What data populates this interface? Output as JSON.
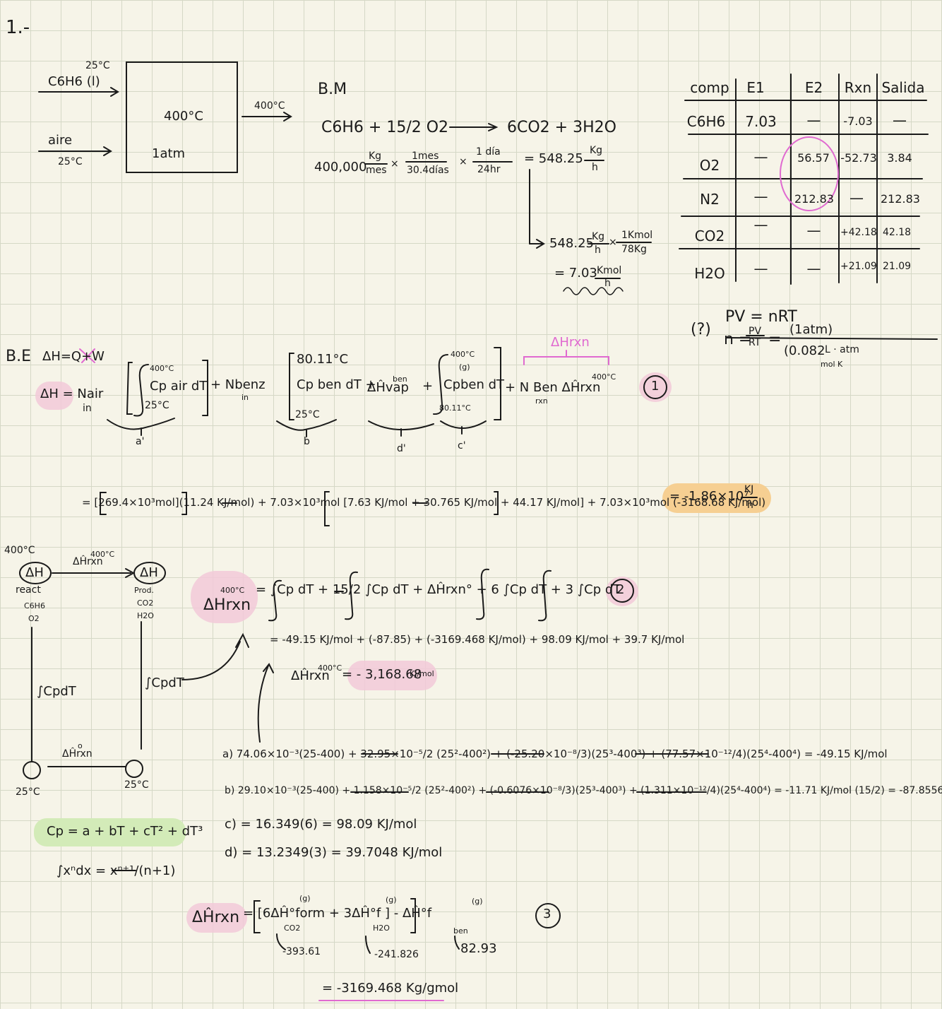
{
  "problem_number": "1.-",
  "diagram": {
    "feed1_temp": "25°C",
    "feed1_label": "C6H6 (l)",
    "feed2_label": "aire",
    "feed2_temp": "25°C",
    "box_temp": "400°C",
    "box_pressure": "1atm",
    "outlet_temp": "400°C"
  },
  "mass_balance": {
    "label": "B.M",
    "reaction_left": "C6H6 + 15/2 O2",
    "reaction_right": "6CO2 + 3H2O",
    "conv_value": "400,000",
    "conv_unit1_num": "Kg",
    "conv_unit1_den": "mes",
    "conv_f1_num": "1mes",
    "conv_f1_den": "30.4días",
    "conv_f2_num": "1 día",
    "conv_f2_den": "24hr",
    "conv_result": "= 548.25",
    "conv_result_num": "Kg",
    "conv_result_den": "h",
    "mol_value": "548.25",
    "mol_unit_num": "Kg",
    "mol_unit_den": "h",
    "mol_f_num": "1Kmol",
    "mol_f_den": "78Kg",
    "mol_result": "= 7.03",
    "mol_result_num": "Kmol",
    "mol_result_den": "h"
  },
  "table": {
    "headers": [
      "comp",
      "E1",
      "E2",
      "Rxn",
      "Salida"
    ],
    "rows": [
      [
        "C6H6",
        "7.03",
        "—",
        "-7.03",
        "—"
      ],
      [
        "O2",
        "—",
        "56.57",
        "-52.73",
        "3.84"
      ],
      [
        "N2",
        "—",
        "212.83",
        "—",
        "212.83"
      ],
      [
        "CO2",
        "—",
        "—",
        "+42.18",
        "42.18"
      ],
      [
        "H2O",
        "—",
        "—",
        "+21.09",
        "21.09"
      ]
    ]
  },
  "gas_law": {
    "question": "(?)",
    "equation": "PV = nRT",
    "n_label": "n =",
    "frac_num": "PV",
    "frac_den": "RT",
    "equals": "=",
    "value_num": "(1atm)",
    "value_den": "(0.082",
    "value_den_units": "L · atm",
    "value_den_units2": "mol K"
  },
  "energy_balance": {
    "label": "B.E",
    "equation": "ΔH=Q+W",
    "lhs": "ΔH = Nair",
    "lhs_sub": "in",
    "int_a_upper": "400°C",
    "int_a_integrand": "Cp air dT",
    "int_a_lower": "25°C",
    "n_benz": "+ Nbenz",
    "n_benz_sub": "in",
    "int_b_upper": "80.11°C",
    "int_b_integrand": "Cp ben dT +",
    "int_b_lower": "25°C",
    "vap_term": "ΔĤvap",
    "vap_sup": "ben",
    "int_c_upper": "400°C",
    "int_c_phase": "(g)",
    "int_c_integrand": "Cpben dT",
    "int_c_lower": "80.11°C",
    "rxn_term": "+ N Ben ΔĤrxn",
    "rxn_sub": "rxn",
    "rxn_sup": "400°C",
    "rxn_pink_label": "ΔHrxn",
    "circle_num": "1",
    "brace_a": "a'",
    "brace_b": "b",
    "brace_d": "d'",
    "brace_c": "c'"
  },
  "result_line": {
    "expr": "= [269.4×10³mol](11.24 KJ/mol) + 7.03×10³mol [7.63 KJ/mol + 30.765 KJ/mol + 44.17 KJ/mol] + 7.03×10³mol (-3168.68 KJ/mol)",
    "result": "= -1.86×10⁷",
    "result_unit_num": "KJ",
    "result_unit_den": "h"
  },
  "hess_cycle": {
    "top_left_temp": "400°C",
    "top_arrow_label": "ΔĤrxn",
    "top_arrow_sup": "400°C",
    "react_label": "ΔH",
    "react_sub": "react",
    "react_species": [
      "C6H6",
      "O2"
    ],
    "prod_label": "ΔH",
    "prod_sub": "Prod.",
    "prod_species": [
      "CO2",
      "H2O"
    ],
    "left_int": "∫CpdT",
    "right_int": "∫CpdT",
    "bottom_label": "ΔĤrxn",
    "bottom_sup": "o",
    "bottom_left_temp": "25°C",
    "bottom_right_temp": "25°C"
  },
  "eq2": {
    "lhs": "ΔHrxn",
    "lhs_sup": "400°C",
    "body": "= ∫Cp dT + 15/2 ∫Cp dT + ΔĤrxn° + 6 ∫Cp dT + 3 ∫Cp dT",
    "circle_num": "2",
    "values": "= -49.15 KJ/mol + (-87.85) + (-3169.468 KJ/mol) + 98.09 KJ/mol + 39.7 KJ/mol",
    "result_lhs": "ΔĤrxn",
    "result_sup": "400°C",
    "result": "= - 3,168.68",
    "result_unit": "KJ/mol"
  },
  "cp_formula": "Cp = a + bT + cT² + dT³",
  "integral_formula": "∫xⁿdx = xⁿ⁺¹/(n+1)",
  "calc_lines": {
    "a": "a) 74.06×10⁻³(25-400) + 32.95×10⁻⁵/2 (25²-400²) + (-25.20×10⁻⁸/3)(25³-400³) + (77.57×10⁻¹²/4)(25⁴-400⁴) = -49.15 KJ/mol",
    "b": "b) 29.10×10⁻³(25-400) + 1.158×10⁻⁵/2 (25²-400²) + (-0.6076×10⁻⁸/3)(25³-400³) + (1.311×10⁻¹²/4)(25⁴-400⁴) = -11.71 KJ/mol (15/2) = -87.8556",
    "c": "c) = 16.349(6) = 98.09 KJ/mol",
    "d": "d) = 13.2349(3) = 39.7048 KJ/mol"
  },
  "eq3": {
    "lhs": "ΔĤrxn",
    "body": "= [6ΔĤ°form + 3ΔĤ°f ] - ΔĤ°f",
    "sub_co2": "CO2",
    "sub_h2o": "H2O",
    "sub_ben": "ben",
    "phase": "(g)",
    "val_co2": "-393.61",
    "val_h2o": "-241.826",
    "val_ben": "82.93",
    "circle_num": "3",
    "result": "= -3169.468 Kg/gmol"
  },
  "colors": {
    "ink": "#1a1a1a",
    "pink_ink": "#e06ad0",
    "pink_highlight": "#f2c9d8",
    "orange_highlight": "#f6cf92",
    "green_highlight": "#d3ebb8",
    "paper": "#f6f4e8",
    "grid": "#d5d8c6"
  }
}
